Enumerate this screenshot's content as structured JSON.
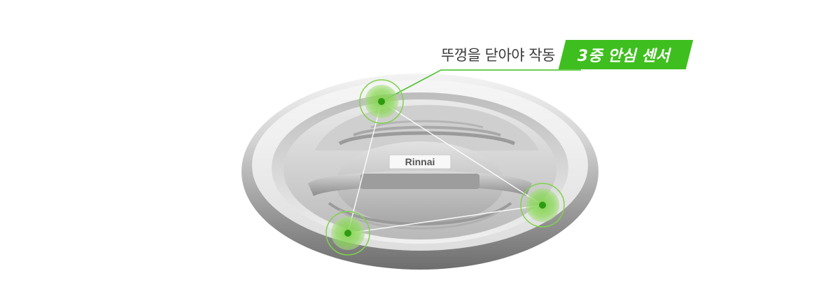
{
  "callout": {
    "text": "뚜껑을 닫아야 작동",
    "badge": "3중 안심 센서"
  },
  "product": {
    "brand_label": "Rinnai"
  },
  "colors": {
    "accent_green": "#3fbf1f",
    "sensor_core": "#2e9a12",
    "metal_light": "#e6e6e6",
    "metal_dark": "#8a8a8a"
  }
}
